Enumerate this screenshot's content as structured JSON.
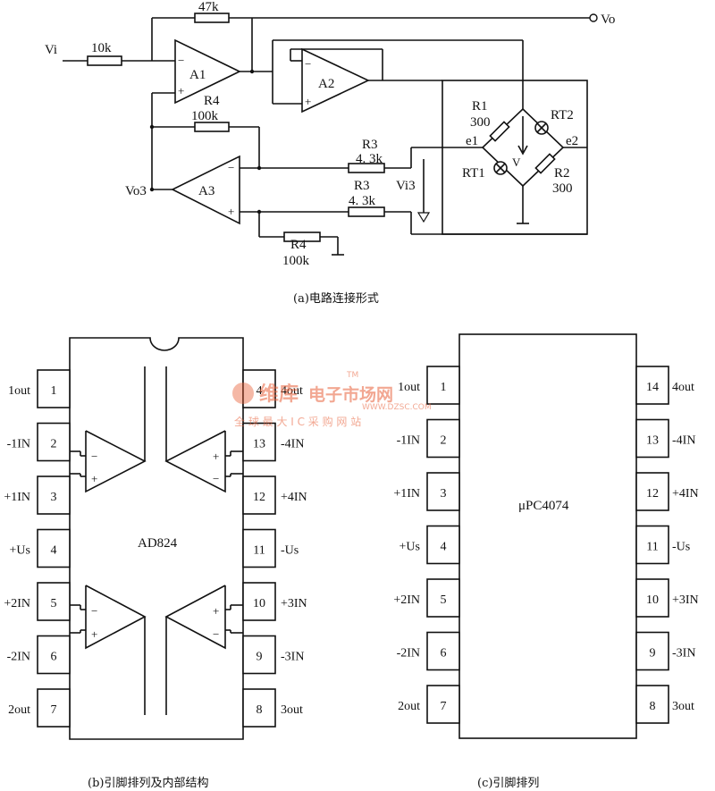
{
  "circuit_a": {
    "vi": "Vi",
    "vo": "Vo",
    "vo3": "Vo3",
    "vi3": "Vi3",
    "r_in": "10k",
    "r_fb": "47k",
    "a1": "A1",
    "a2": "A2",
    "a3": "A3",
    "r4_top": "R4",
    "r4_top_val": "100k",
    "r3_top": "R3",
    "r3_top_val": "4. 3k",
    "r3_bot": "R3",
    "r3_bot_val": "4. 3k",
    "r4_bot": "R4",
    "r4_bot_val": "100k",
    "r1": "R1",
    "r1_val": "300",
    "rt2": "RT2",
    "rt1": "RT1",
    "r2": "R2",
    "r2_val": "300",
    "e1": "e1",
    "e2": "e2",
    "v": "V",
    "minus": "−",
    "plus": "+",
    "caption": "(a)电路连接形式"
  },
  "chip_b": {
    "name": "AD824",
    "caption": "(b)引脚排列及内部结构",
    "left_pins": [
      {
        "num": "1",
        "label": "1out"
      },
      {
        "num": "2",
        "label": "-1IN"
      },
      {
        "num": "3",
        "label": "+1IN"
      },
      {
        "num": "4",
        "label": "+Us"
      },
      {
        "num": "5",
        "label": "+2IN"
      },
      {
        "num": "6",
        "label": "-2IN"
      },
      {
        "num": "7",
        "label": "2out"
      }
    ],
    "right_pins": [
      {
        "num": "4",
        "label": "4out"
      },
      {
        "num": "13",
        "label": "-4IN"
      },
      {
        "num": "12",
        "label": "+4IN"
      },
      {
        "num": "11",
        "label": "-Us"
      },
      {
        "num": "10",
        "label": "+3IN"
      },
      {
        "num": "9",
        "label": "-3IN"
      },
      {
        "num": "8",
        "label": "3out"
      }
    ]
  },
  "chip_c": {
    "name": "μPC4074",
    "caption": "(c)引脚排列",
    "left_pins": [
      {
        "num": "1",
        "label": "1out"
      },
      {
        "num": "2",
        "label": "-1IN"
      },
      {
        "num": "3",
        "label": "+1IN"
      },
      {
        "num": "4",
        "label": "+Us"
      },
      {
        "num": "5",
        "label": "+2IN"
      },
      {
        "num": "6",
        "label": "-2IN"
      },
      {
        "num": "7",
        "label": "2out"
      }
    ],
    "right_pins": [
      {
        "num": "14",
        "label": "4out"
      },
      {
        "num": "13",
        "label": "-4IN"
      },
      {
        "num": "12",
        "label": "+4IN"
      },
      {
        "num": "11",
        "label": "-Us"
      },
      {
        "num": "10",
        "label": "+3IN"
      },
      {
        "num": "9",
        "label": "-3IN"
      },
      {
        "num": "8",
        "label": "3out"
      }
    ]
  },
  "watermark": {
    "brand": "维库",
    "sub": "电子市场网",
    "tm": "TM",
    "url": "WWW.DZSC.COM",
    "slogan": "全 球 最 大 I C 采 购 网 站"
  },
  "colors": {
    "line": "#111111",
    "watermark": "#e8613a"
  }
}
